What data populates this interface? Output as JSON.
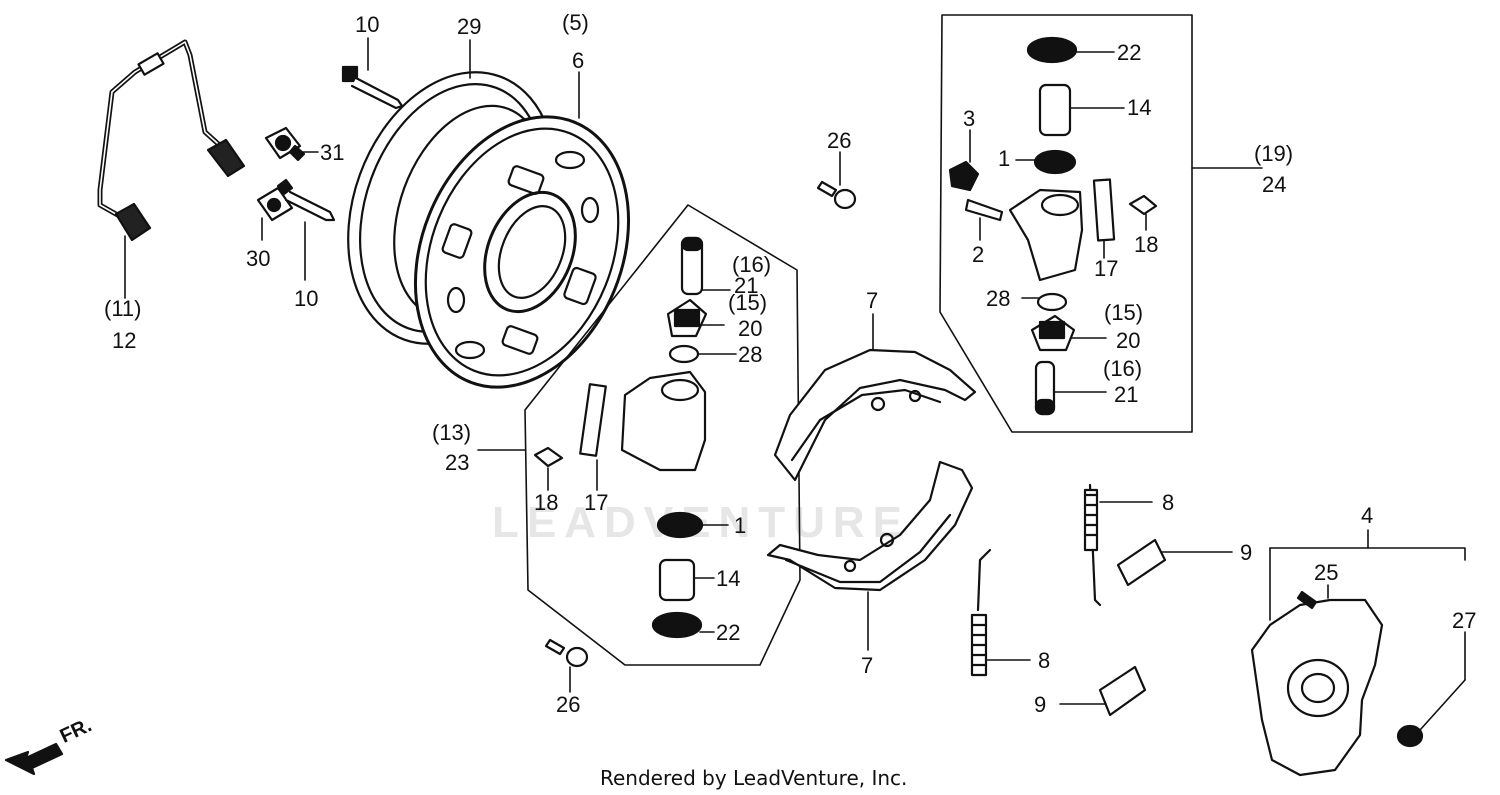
{
  "diagram": {
    "watermark": "LEADVENTURE",
    "direction_label": "FR.",
    "footer": "Rendered by LeadVenture, Inc.",
    "callouts": [
      {
        "id": "c10a",
        "text": "10"
      },
      {
        "id": "c29",
        "text": "29"
      },
      {
        "id": "c5",
        "text": "(5)"
      },
      {
        "id": "c6",
        "text": "6"
      },
      {
        "id": "c31",
        "text": "31"
      },
      {
        "id": "c30",
        "text": "30"
      },
      {
        "id": "c10b",
        "text": "10"
      },
      {
        "id": "c11",
        "text": "(11)"
      },
      {
        "id": "c12",
        "text": "12"
      },
      {
        "id": "c26a",
        "text": "26"
      },
      {
        "id": "c16a",
        "text": "(16)"
      },
      {
        "id": "c21a",
        "text": "21"
      },
      {
        "id": "c15a",
        "text": "(15)"
      },
      {
        "id": "c20a",
        "text": "20"
      },
      {
        "id": "c28a",
        "text": "28"
      },
      {
        "id": "c13",
        "text": "(13)"
      },
      {
        "id": "c23",
        "text": "23"
      },
      {
        "id": "c18a",
        "text": "18"
      },
      {
        "id": "c17a",
        "text": "17"
      },
      {
        "id": "c1a",
        "text": "1"
      },
      {
        "id": "c14a",
        "text": "14"
      },
      {
        "id": "c22a",
        "text": "22"
      },
      {
        "id": "c26b",
        "text": "26"
      },
      {
        "id": "c7a",
        "text": "7"
      },
      {
        "id": "c7b",
        "text": "7"
      },
      {
        "id": "c22b",
        "text": "22"
      },
      {
        "id": "c14b",
        "text": "14"
      },
      {
        "id": "c3",
        "text": "3"
      },
      {
        "id": "c1b",
        "text": "1"
      },
      {
        "id": "c19",
        "text": "(19)"
      },
      {
        "id": "c24",
        "text": "24"
      },
      {
        "id": "c2",
        "text": "2"
      },
      {
        "id": "c17b",
        "text": "17"
      },
      {
        "id": "c18b",
        "text": "18"
      },
      {
        "id": "c28b",
        "text": "28"
      },
      {
        "id": "c15b",
        "text": "(15)"
      },
      {
        "id": "c20b",
        "text": "20"
      },
      {
        "id": "c16b",
        "text": "(16)"
      },
      {
        "id": "c21b",
        "text": "21"
      },
      {
        "id": "c8a",
        "text": "8"
      },
      {
        "id": "c9a",
        "text": "9"
      },
      {
        "id": "c8b",
        "text": "8"
      },
      {
        "id": "c9b",
        "text": "9"
      },
      {
        "id": "c4",
        "text": "4"
      },
      {
        "id": "c25",
        "text": "25"
      },
      {
        "id": "c27",
        "text": "27"
      }
    ]
  }
}
